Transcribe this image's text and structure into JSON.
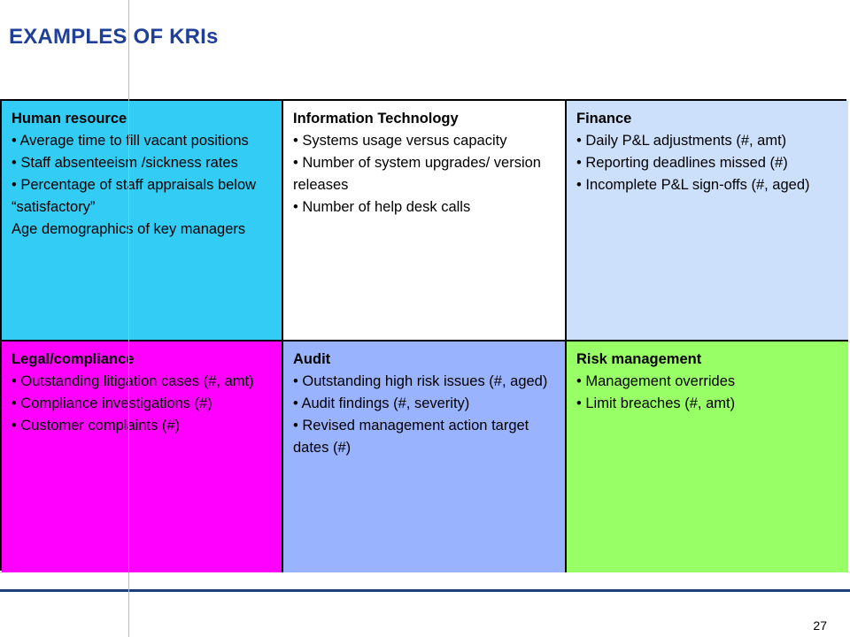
{
  "slide": {
    "title": "EXAMPLES OF KRIs",
    "page_number": "27"
  },
  "cells": [
    {
      "title": "Human resource",
      "color": "#33ccf5",
      "items": [
        "• Average time to fill vacant positions",
        "• Staff absenteeism /sickness rates",
        "• Percentage of staff appraisals below “satisfactory”",
        "Age demographics of key managers"
      ]
    },
    {
      "title": "Information Technology",
      "color": "#ffffff",
      "items": [
        "• Systems usage versus capacity",
        "• Number of system upgrades/ version releases",
        "• Number of help desk calls"
      ]
    },
    {
      "title": "Finance",
      "color": "#cce0fb",
      "items": [
        "• Daily P&L adjustments (#, amt)",
        "• Reporting deadlines missed (#)",
        "• Incomplete P&L sign-offs (#, aged)"
      ]
    },
    {
      "title": "Legal/compliance",
      "color": "#ff00ff",
      "items": [
        "• Outstanding litigation cases (#, amt)",
        "• Compliance investigations (#)",
        "• Customer complaints (#)"
      ]
    },
    {
      "title": "Audit",
      "color": "#99b3ff",
      "items": [
        "• Outstanding high risk issues (#, aged)",
        "• Audit findings (#, severity)",
        "• Revised management action target dates (#)"
      ]
    },
    {
      "title": "Risk management",
      "color": "#99ff66",
      "items": [
        "• Management overrides",
        "• Limit breaches (#, amt)"
      ]
    }
  ]
}
